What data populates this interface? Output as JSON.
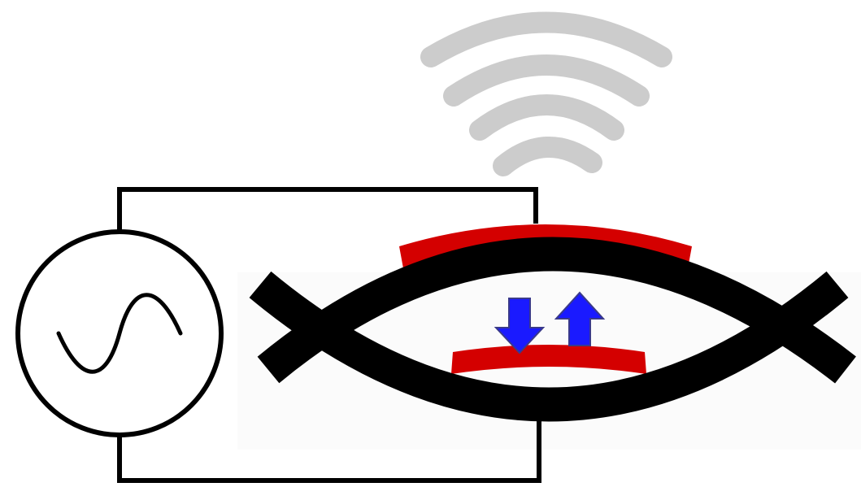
{
  "diagram": {
    "components": [
      {
        "id": "ac-source",
        "icon": "ac-voltage-source-icon"
      },
      {
        "id": "wires",
        "icon": "circuit-wire-icon"
      },
      {
        "id": "resonator",
        "icon": "crossed-beams-icon"
      },
      {
        "id": "top-electrode",
        "icon": "electrode-icon"
      },
      {
        "id": "bottom-electrode",
        "icon": "electrode-icon"
      },
      {
        "id": "vibration-arrows",
        "icon": "up-down-arrows-icon"
      },
      {
        "id": "emission",
        "icon": "wireless-signal-icon"
      }
    ],
    "colors": {
      "stroke": "#000000",
      "electrode": "#d40000",
      "arrow": "#1a1aff",
      "arrow_outline": "#3a3a8a",
      "signal": "#cccccc",
      "background": "#ffffff",
      "panel": "#fbfbfb"
    }
  }
}
